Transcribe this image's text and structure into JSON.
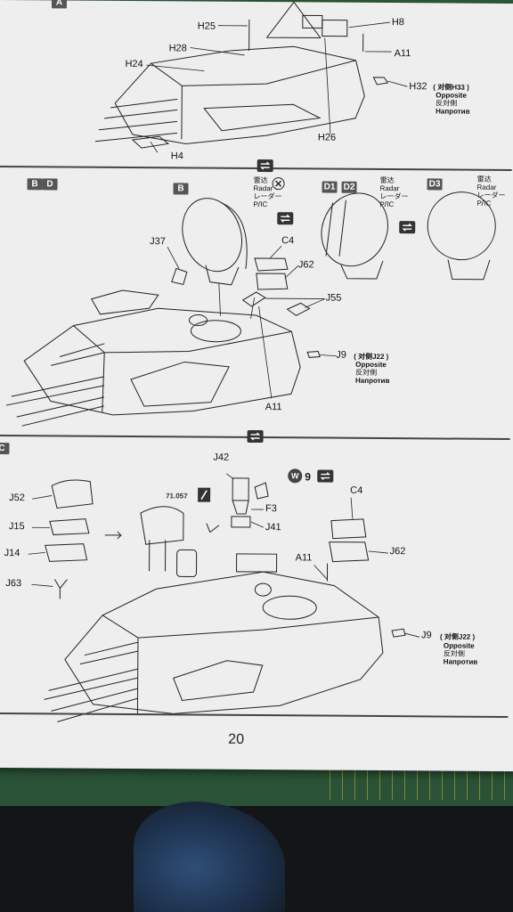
{
  "page_number": "20",
  "step_a": {
    "badge": "A",
    "parts": [
      "H25",
      "H8",
      "H28",
      "A11",
      "H24",
      "H32",
      "H26",
      "H4"
    ],
    "opposite": {
      "part": "H32",
      "cn": "( 对侧H33 )",
      "en": "Opposite",
      "jp": "反対側",
      "ru": "Напротив"
    }
  },
  "step_bd": {
    "badges": [
      "B",
      "D"
    ],
    "sub_badges": [
      "B",
      "D1",
      "D2",
      "D3"
    ],
    "radar_label": {
      "cn": "雷达",
      "en": "Radar",
      "jp": "レーダー",
      "ru": "РЛС"
    },
    "parts": [
      "J37",
      "C4",
      "J62",
      "J55",
      "A11",
      "J9"
    ],
    "opposite": {
      "part": "J9",
      "cn": "( 对侧J22 )",
      "en": "Opposite",
      "jp": "反対側",
      "ru": "Напротив"
    }
  },
  "step_c": {
    "badge": "C",
    "parts": [
      "J42",
      "W",
      "9",
      "J52",
      "J15",
      "J14",
      "J63",
      "F3",
      "J41",
      "C4",
      "A11",
      "J62",
      "J9"
    ],
    "paint_code": "71.057",
    "opposite": {
      "part": "J9",
      "cn": "( 对侧J22 )",
      "en": "Opposite",
      "jp": "反対側",
      "ru": "Напротив"
    }
  }
}
